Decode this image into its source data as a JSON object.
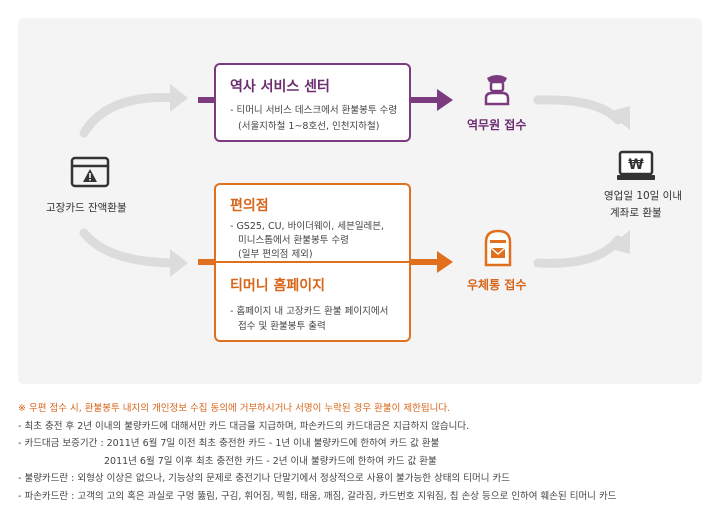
{
  "flow": {
    "start_label": "고장카드 잔액환불",
    "station_box": {
      "title": "역사 서비스 센터",
      "line1": "- 티머니 서비스 데스크에서 환불봉투 수령",
      "line2": "(서울지하철 1~8호선, 인천지하철)"
    },
    "station_receipt": "역무원 접수",
    "store_box": {
      "title": "편의점",
      "line1": "- GS25, CU, 바이더웨이, 세븐일레븐,",
      "line2": "미니스톱에서 환불봉투 수령",
      "line3": "(일부 편의점 제외)"
    },
    "homepage_box": {
      "title": "티머니 홈페이지",
      "line1": "- 홈페이지 내 고장카드 환불 페이지에서",
      "line2": "접수 및 환불봉투 출력"
    },
    "post_receipt": "우체통 접수",
    "refund_line1": "영업일 10일 이내",
    "refund_line2": "계좌로 환불"
  },
  "notes": [
    "※ 우편 접수 시, 환불봉투 내지의 개인정보 수집 동의에 거부하시거나 서명이 누락된 경우 환불이 제한됩니다.",
    "- 최초 충전 후 2년 이내의 불량카드에 대해서만 카드 대금을 지급하며, 파손카드의 카드대금은 지급하지 않습니다.",
    "- 카드대금 보증기간 : 2011년 6월 7일 이전 최초 충전한 카드 - 1년 이내 불량카드에 한하여 카드 값 환불",
    "2011년 6월 7일 이후 최초 충전한 카드 - 2년 이내 불량카드에 한하여 카드 값 환불",
    "- 불량카드란 : 외형상 이상은 없으나, 기능상의 문제로 충전기나 단말기에서 정상적으로 사용이 불가능한 상태의 티머니 카드",
    "- 파손카드란 : 고객의 고의 혹은 과실로 구멍 뚫림, 구김, 휘어짐, 찍힘, 태움, 깨짐, 갈라짐, 카드번호 지워짐, 칩 손상 등으로 인하여 훼손된 티머니 카드"
  ],
  "icons": {
    "start": "card-warning-icon",
    "station": "station-staff-icon",
    "post": "mailbox-icon",
    "refund": "won-monitor-icon"
  },
  "colors": {
    "purple": "#7b3b7e",
    "orange": "#e0701e",
    "panel_bg": "#f4f4f4",
    "arrow_gray": "#dcdcdc"
  }
}
